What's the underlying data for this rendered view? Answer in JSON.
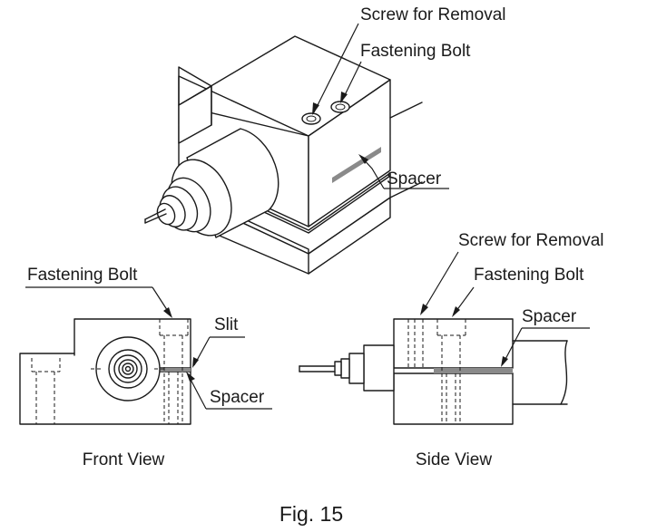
{
  "iso_view": {
    "labels": {
      "screw_for_removal": "Screw for Removal",
      "fastening_bolt": "Fastening Bolt",
      "spacer": "Spacer"
    }
  },
  "front_view": {
    "labels": {
      "fastening_bolt": "Fastening Bolt",
      "slit": "Slit",
      "spacer": "Spacer"
    },
    "caption": "Front View"
  },
  "side_view": {
    "labels": {
      "screw_for_removal": "Screw for Removal",
      "fastening_bolt": "Fastening Bolt",
      "spacer": "Spacer"
    },
    "caption": "Side View"
  },
  "figure_caption": "Fig. 15",
  "colors": {
    "line": "#1a1a1a",
    "spacer_fill": "#8a8a8a",
    "background": "#ffffff"
  }
}
